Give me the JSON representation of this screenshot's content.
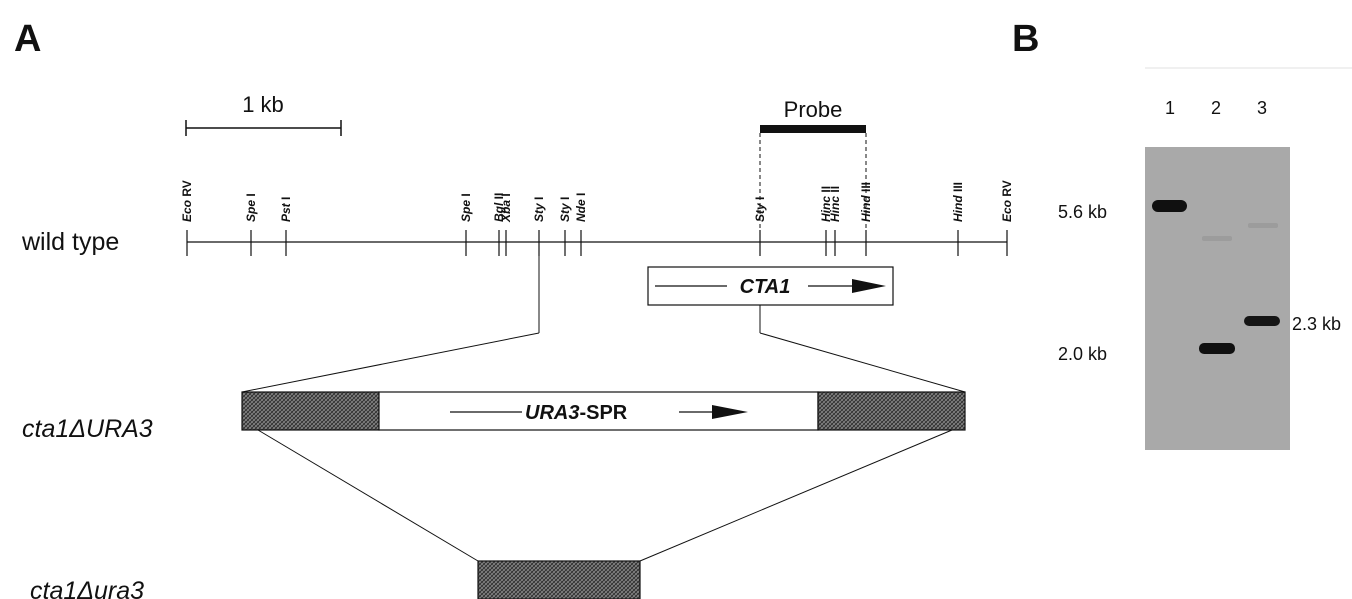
{
  "panels": {
    "a": "A",
    "b": "B"
  },
  "scale_bar": {
    "label": "1 kb"
  },
  "probe": {
    "label": "Probe"
  },
  "restriction_map": {
    "label": "wild type",
    "sites": [
      {
        "name": "Eco",
        "suffix": "RV"
      },
      {
        "name": "Spe",
        "suffix": "I"
      },
      {
        "name": "Pst",
        "suffix": "I"
      },
      {
        "name": "Spe",
        "suffix": "I"
      },
      {
        "name": "Bgl",
        "suffix": "II"
      },
      {
        "name": "Xba",
        "suffix": "I"
      },
      {
        "name": "Sty",
        "suffix": "I"
      },
      {
        "name": "Sty",
        "suffix": "I"
      },
      {
        "name": "Nde",
        "suffix": "I"
      },
      {
        "name": "Sty",
        "suffix": "I"
      },
      {
        "name": "Hinc",
        "suffix": "II"
      },
      {
        "name": "Hinc",
        "suffix": "II"
      },
      {
        "name": "Hind",
        "suffix": "III"
      },
      {
        "name": "Hind",
        "suffix": "III"
      },
      {
        "name": "Eco",
        "suffix": "RV"
      }
    ]
  },
  "genes": {
    "cta1": "CTA1",
    "ura3_bold": "URA3",
    "ura3_suffix": "-SPR"
  },
  "alleles": {
    "ura3_insertion": "cta1ΔURA3",
    "ura3_popout": "cta1Δura3"
  },
  "blot": {
    "lanes": [
      "1",
      "2",
      "3"
    ],
    "left_markers": [
      "5.6 kb",
      "2.0 kb"
    ],
    "right_markers": [
      "2.3 kb"
    ]
  },
  "colors": {
    "ink": "#111111",
    "blot_bg": "#a9a9a9",
    "band": "#101010",
    "hatch": "#5a5a5a"
  }
}
